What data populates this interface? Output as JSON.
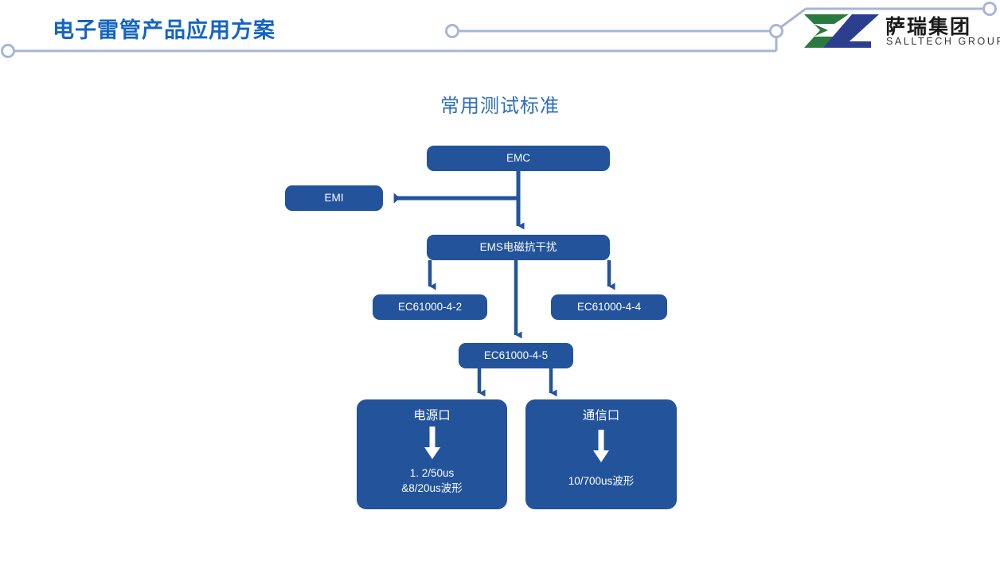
{
  "header": {
    "title": "电子雷管产品应用方案",
    "accent_color": "#1565c0",
    "deco_line_color": "#a8b6d4"
  },
  "logo": {
    "mark_name": "salltech-logo-mark",
    "mark_green": "#2a7a3f",
    "mark_blue": "#2c3f8f",
    "name_cn": "萨瑞集团",
    "name_en": "SALLTECH GROUP"
  },
  "slide": {
    "heading": "常用测试标准",
    "heading_color": "#2e6fb7",
    "node_fill": "#22539b",
    "node_text_color": "#ffffff",
    "connector_color": "#22539b"
  },
  "flow": {
    "nodes": [
      {
        "id": "emc",
        "label": "EMC"
      },
      {
        "id": "emi",
        "label": "EMI"
      },
      {
        "id": "ems",
        "label": "EMS电磁抗干扰"
      },
      {
        "id": "ec42",
        "label": "EC61000-4-2"
      },
      {
        "id": "ec44",
        "label": "EC61000-4-4"
      },
      {
        "id": "ec45",
        "label": "EC61000-4-5"
      }
    ],
    "leaf_boxes": [
      {
        "id": "power",
        "title": "电源口",
        "detail": "1. 2/50us\n&8/20us波形"
      },
      {
        "id": "comm",
        "title": "通信口",
        "detail": "10/700us波形"
      }
    ],
    "edges": [
      {
        "from": "emc",
        "to": "emi",
        "direction": "left"
      },
      {
        "from": "emc",
        "to": "ems",
        "direction": "down"
      },
      {
        "from": "ems",
        "to": "ec42",
        "direction": "down"
      },
      {
        "from": "ems",
        "to": "ec44",
        "direction": "down"
      },
      {
        "from": "ems",
        "to": "ec45",
        "direction": "down"
      },
      {
        "from": "ec45",
        "to": "power",
        "direction": "down"
      },
      {
        "from": "ec45",
        "to": "comm",
        "direction": "down"
      }
    ]
  }
}
